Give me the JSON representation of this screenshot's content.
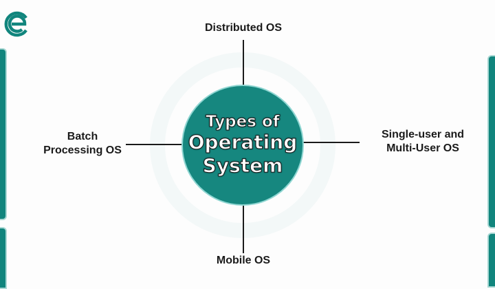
{
  "logo": {
    "name": "logo-e-icon",
    "color": "#11857d"
  },
  "center": {
    "line1": "Types of",
    "line2": "Operating",
    "line3": "System"
  },
  "nodes": {
    "top": "Distributed OS",
    "left_line1": "Batch",
    "left_line2": "Processing OS",
    "right_line1": "Single-user and",
    "right_line2": "Multi-User OS",
    "bottom": "Mobile OS"
  },
  "colors": {
    "teal": "#16877f",
    "border": "#8fd6d2"
  }
}
